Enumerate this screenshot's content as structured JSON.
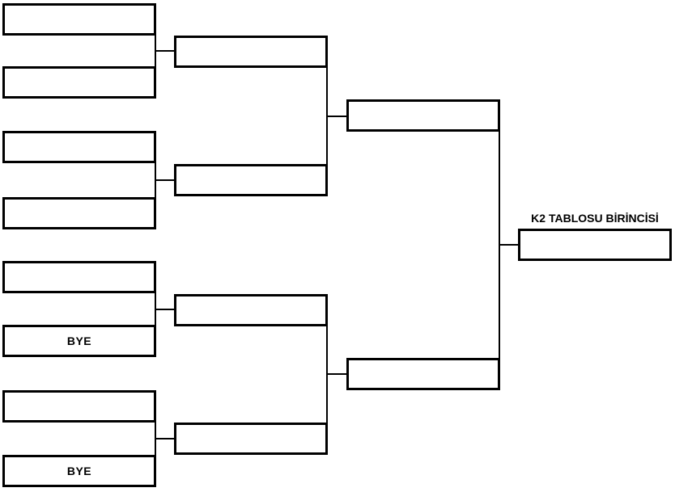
{
  "title": "K2 TABLOSU BİRİNCİSİ",
  "colors": {
    "line": "#000000",
    "background": "#ffffff",
    "text": "#000000"
  },
  "rounds": {
    "round1": [
      "",
      "",
      "",
      "",
      "",
      "BYE",
      "",
      "BYE"
    ],
    "round2": [
      "",
      "",
      "",
      ""
    ],
    "semifinal": [
      "",
      ""
    ],
    "final": ""
  }
}
